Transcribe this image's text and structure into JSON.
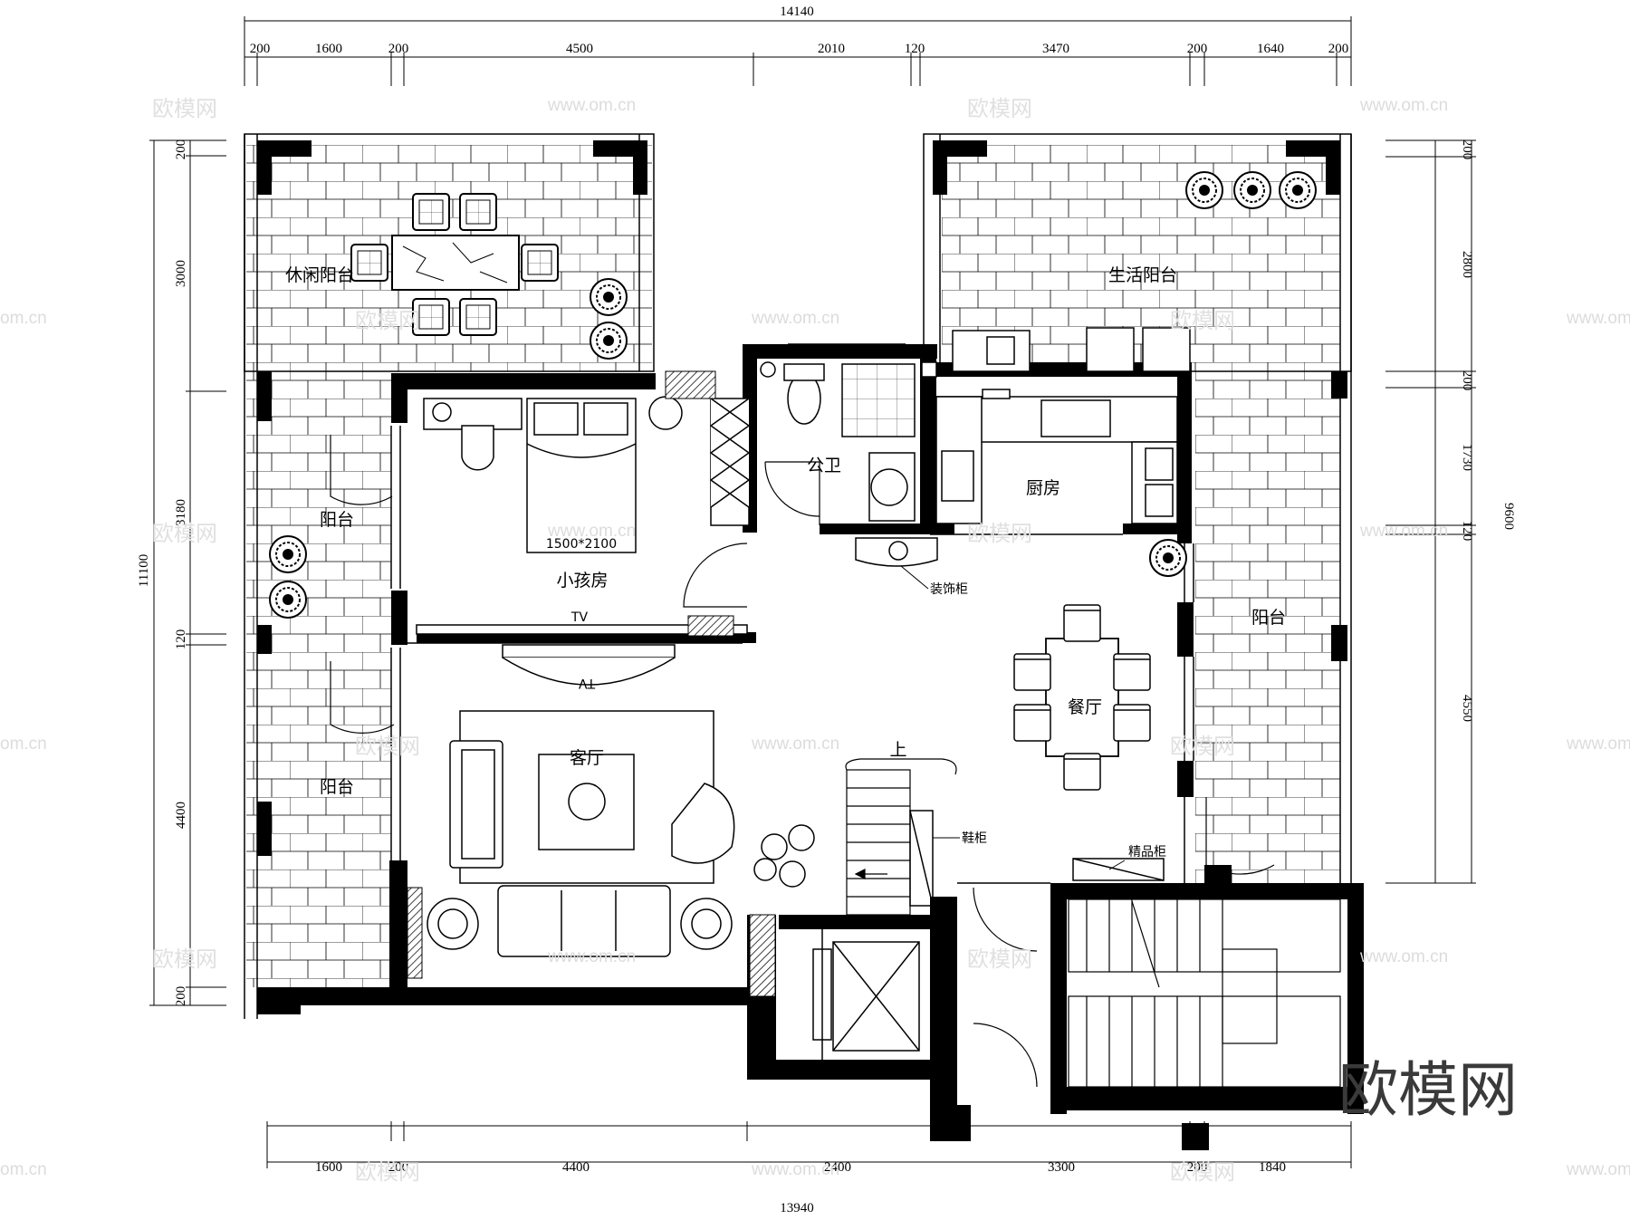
{
  "dimensions": {
    "top_total": "14140",
    "top_segments": [
      "200",
      "1600",
      "200",
      "4500",
      "2010",
      "120",
      "3470",
      "200",
      "1640",
      "200"
    ],
    "bottom_total": "13940",
    "bottom_segments": [
      "1600",
      "200",
      "4400",
      "2400",
      "3300",
      "200",
      "1840"
    ],
    "left_total": "11100",
    "left_segments": [
      "200",
      "3000",
      "3180",
      "120",
      "4400",
      "200"
    ],
    "right_total": "9600",
    "right_segments": [
      "200",
      "2800",
      "200",
      "1730",
      "120",
      "4550"
    ]
  },
  "rooms": {
    "leisure_balcony": "休闲阳台",
    "living_balcony": "生活阳台",
    "balcony_upper_left": "阳台",
    "balcony_lower_left": "阳台",
    "balcony_right": "阳台",
    "kids_room": "小孩房",
    "public_bath": "公卫",
    "kitchen": "厨房",
    "dining_room": "餐厅",
    "living_room": "客厅"
  },
  "labels": {
    "bed_size": "1500*2100",
    "tv_kids": "TV",
    "tv_living": "TV",
    "decor_cabinet": "装饰柜",
    "shoe_cabinet": "鞋柜",
    "display_cabinet": "精品柜",
    "stair_up": "上"
  },
  "watermarks": {
    "site": "www.om.cn",
    "brand": "欧模网",
    "site_partial": "om.cn"
  }
}
